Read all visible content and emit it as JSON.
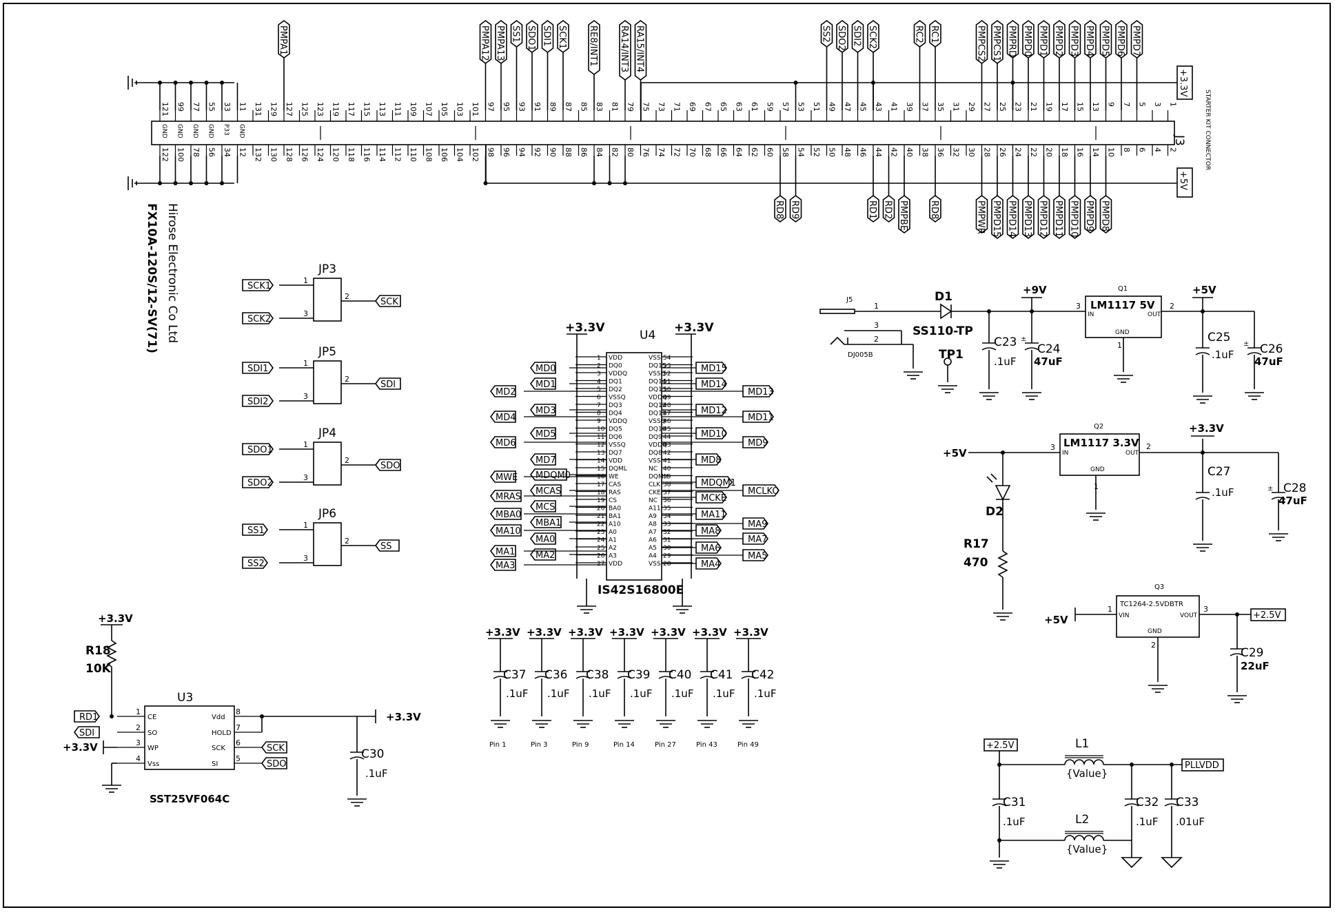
{
  "connector": {
    "ref": "J3",
    "title": "STARTER KIT CONNECTOR",
    "manufacturer": "Hirose Electronic Co Ltd",
    "part": "FX10A-120S/12-SV(71)",
    "rail_top": "+3.3V",
    "rail_bottom": "+5V",
    "gnd_pin_labels": [
      "GND",
      "GND",
      "GND",
      "GND",
      "P33",
      "GND"
    ],
    "top_pins": [
      "121",
      "99",
      "77",
      "55",
      "33",
      "11",
      "131",
      "129",
      "127",
      "125",
      "123",
      "119",
      "117",
      "115",
      "113",
      "111",
      "109",
      "107",
      "105",
      "103",
      "101",
      "97",
      "95",
      "93",
      "91",
      "89",
      "87",
      "85",
      "83",
      "81",
      "79",
      "75",
      "73",
      "71",
      "69",
      "67",
      "65",
      "63",
      "61",
      "59",
      "57",
      "53",
      "51",
      "49",
      "47",
      "45",
      "43",
      "41",
      "39",
      "37",
      "35",
      "31",
      "29",
      "27",
      "25",
      "23",
      "21",
      "19",
      "17",
      "15",
      "13",
      "9",
      "7",
      "5",
      "3",
      "1"
    ],
    "bottom_pins": [
      "122",
      "100",
      "78",
      "56",
      "34",
      "12",
      "132",
      "130",
      "128",
      "126",
      "124",
      "120",
      "118",
      "116",
      "114",
      "112",
      "110",
      "108",
      "106",
      "104",
      "102",
      "98",
      "96",
      "94",
      "92",
      "90",
      "88",
      "86",
      "84",
      "82",
      "80",
      "76",
      "74",
      "72",
      "70",
      "68",
      "66",
      "64",
      "62",
      "60",
      "58",
      "54",
      "52",
      "50",
      "48",
      "46",
      "44",
      "42",
      "40",
      "38",
      "36",
      "32",
      "30",
      "28",
      "26",
      "24",
      "22",
      "20",
      "18",
      "16",
      "14",
      "10",
      "8",
      "6",
      "4",
      "2"
    ],
    "top_nets": [
      "PMPA1",
      "PMPA12",
      "PMPA13",
      "SS1",
      "SDO1",
      "SDI1",
      "SCK1",
      "RE8/INT1",
      "RA14/INT3",
      "RA15/INT4",
      "SS2",
      "SDO2",
      "SDI2",
      "SCK2",
      "RC2",
      "RC1",
      "PMPCS2",
      "PMPCS1",
      "PMPRD",
      "PMPD0",
      "PMPD1",
      "PMPD2",
      "PMPD3",
      "PMPD4",
      "PMPD5",
      "PMPD6",
      "PMPD7"
    ],
    "bottom_nets": [
      "RD8",
      "RD9",
      "RD1",
      "RD2",
      "PMPBE",
      "RD8",
      "PMPWR",
      "PMPD15",
      "PMPD14",
      "PMPD13",
      "PMPD12",
      "PMPD11",
      "PMPD10",
      "PMPD9",
      "PMPD8"
    ]
  },
  "jumpers": [
    {
      "ref": "JP3",
      "in1": "SCK1",
      "in2": "SCK2",
      "out": "SCK"
    },
    {
      "ref": "JP5",
      "in1": "SDI1",
      "in2": "SDI2",
      "out": "SDI"
    },
    {
      "ref": "JP4",
      "in1": "SDO1",
      "in2": "SDO2",
      "out": "SDO"
    },
    {
      "ref": "JP6",
      "in1": "SS1",
      "in2": "SS2",
      "out": "SS"
    }
  ],
  "jumper_pins": {
    "p1": "1",
    "p2": "2",
    "p3": "3"
  },
  "sdram": {
    "ref": "U4",
    "part": "IS42S16800E",
    "vdd_left": "+3.3V",
    "vdd_right": "+3.3V",
    "left_pin_nums": [
      "1",
      "2",
      "3",
      "4",
      "5",
      "6",
      "7",
      "8",
      "9",
      "10",
      "11",
      "12",
      "13",
      "14",
      "15",
      "16",
      "17",
      "18",
      "19",
      "20",
      "21",
      "22",
      "23",
      "24",
      "25",
      "26",
      "27"
    ],
    "left_pin_names": [
      "VDD",
      "DQ0",
      "VDDQ",
      "DQ1",
      "DQ2",
      "VSSQ",
      "DQ3",
      "DQ4",
      "VDDQ",
      "DQ5",
      "DQ6",
      "VSSQ",
      "DQ7",
      "VDD",
      "DQML",
      "WE",
      "CAS",
      "RAS",
      "CS",
      "BA0",
      "BA1",
      "A10",
      "A0",
      "A1",
      "A2",
      "A3",
      "VDD"
    ],
    "right_pin_nums": [
      "54",
      "53",
      "52",
      "51",
      "50",
      "49",
      "48",
      "47",
      "46",
      "45",
      "44",
      "43",
      "42",
      "41",
      "40",
      "39",
      "38",
      "37",
      "36",
      "35",
      "34",
      "33",
      "32",
      "31",
      "30",
      "29",
      "28"
    ],
    "right_pin_names": [
      "VSS",
      "DQ15",
      "VSSQ",
      "DQ14",
      "DQ13",
      "VDDQ",
      "DQ12",
      "DQ11",
      "VSSQ",
      "DQ10",
      "DQ9",
      "VDDQ",
      "DQ8",
      "VSS",
      "NC",
      "DQMH",
      "CLK",
      "CKE",
      "NC",
      "A11",
      "A9",
      "A8",
      "A7",
      "A6",
      "A5",
      "A4",
      "VSS"
    ],
    "left_nets_inner": [
      "MD0",
      "MD1",
      "MD3",
      "MD5",
      "MD7",
      "MDQM0",
      "MCAS",
      "MCS",
      "MBA1",
      "MA0",
      "MA2"
    ],
    "left_nets_outer": [
      "MD2",
      "MD4",
      "MD6",
      "MWE",
      "MRAS",
      "MBA0",
      "MA10",
      "MA1",
      "MA3"
    ],
    "right_nets_inner": [
      "MD15",
      "MD14",
      "MD12",
      "MD10",
      "MD8",
      "MDQM1",
      "MCKE",
      "MA11",
      "MA8",
      "MA6",
      "MA4"
    ],
    "right_nets_outer": [
      "MD13",
      "MD11",
      "MD9",
      "MCLKO",
      "MA9",
      "MA7",
      "MA5"
    ]
  },
  "decoupling": [
    {
      "ref": "C37",
      "value": ".1uF",
      "pin": "Pin 1",
      "rail": "+3.3V"
    },
    {
      "ref": "C36",
      "value": ".1uF",
      "pin": "Pin 3",
      "rail": "+3.3V"
    },
    {
      "ref": "C38",
      "value": ".1uF",
      "pin": "Pin 9",
      "rail": "+3.3V"
    },
    {
      "ref": "C39",
      "value": ".1uF",
      "pin": "Pin 14",
      "rail": "+3.3V"
    },
    {
      "ref": "C40",
      "value": ".1uF",
      "pin": "Pin 27",
      "rail": "+3.3V"
    },
    {
      "ref": "C41",
      "value": ".1uF",
      "pin": "Pin 43",
      "rail": "+3.3V"
    },
    {
      "ref": "C42",
      "value": ".1uF",
      "pin": "Pin 49",
      "rail": "+3.3V"
    }
  ],
  "flash": {
    "ref": "U3",
    "part": "SST25VF064C",
    "r_ref": "R18",
    "r_val": "10K",
    "rail": "+3.3V",
    "left_pins": [
      {
        "num": "1",
        "name": "CE",
        "net": "RD1"
      },
      {
        "num": "2",
        "name": "SO",
        "net": "SDI"
      },
      {
        "num": "3",
        "name": "WP",
        "net": "+3.3V"
      },
      {
        "num": "4",
        "name": "Vss",
        "net": ""
      }
    ],
    "right_pins": [
      {
        "num": "8",
        "name": "Vdd",
        "net": "+3.3V"
      },
      {
        "num": "7",
        "name": "HOLD",
        "net": ""
      },
      {
        "num": "6",
        "name": "SCK",
        "net": "SCK"
      },
      {
        "num": "5",
        "name": "SI",
        "net": "SDO"
      }
    ],
    "cap_ref": "C30",
    "cap_val": ".1uF"
  },
  "power": {
    "j5": "J5",
    "j5_pin1": "1",
    "j5_pin2": "2",
    "j5_pin3": "3",
    "jack_part": "DJ005B",
    "d1": "D1",
    "d1_part": "SS110-TP",
    "tp1": "TP1",
    "rail_9v": "+9V",
    "c23": "C23",
    "c23_val": ".1uF",
    "c24": "C24",
    "c24_val": "47uF",
    "q1": "Q1",
    "q1_part": "LM1117 5V",
    "q1_in": "IN",
    "q1_out": "OUT",
    "q1_gnd": "GND",
    "q1_p1": "1",
    "q1_p2": "2",
    "q1_p3": "3",
    "rail_5v": "+5V",
    "c25": "C25",
    "c25_val": ".1uF",
    "c26": "C26",
    "c26_val": "47uF",
    "q2": "Q2",
    "q2_part": "LM1117 3.3V",
    "q2_in": "IN",
    "q2_out": "OUT",
    "q2_gnd": "GND",
    "q2_p1": "1",
    "q2_p2": "2",
    "q2_p3": "3",
    "q2_in_rail": "+5V",
    "rail_33": "+3.3V",
    "c27": "C27",
    "c27_val": ".1uF",
    "c28": "C28",
    "c28_val": "47uF",
    "d2": "D2",
    "r17": "R17",
    "r17_val": "470",
    "q3": "Q3",
    "q3_part": "TC1264-2.5VDBTR",
    "q3_vin": "VIN",
    "q3_vout": "VOUT",
    "q3_gnd": "GND",
    "q3_p1": "1",
    "q3_p2": "2",
    "q3_p3": "3",
    "q3_in_rail": "+5V",
    "rail_25": "+2.5V",
    "c29": "C29",
    "c29_val": "22uF"
  },
  "pll": {
    "rail": "+2.5V",
    "l1": "L1",
    "l1_val": "{Value}",
    "l2": "L2",
    "l2_val": "{Value}",
    "out": "PLLVDD",
    "c31": "C31",
    "c31_val": ".1uF",
    "c32": "C32",
    "c32_val": ".1uF",
    "c33": "C33",
    "c33_val": ".01uF"
  }
}
